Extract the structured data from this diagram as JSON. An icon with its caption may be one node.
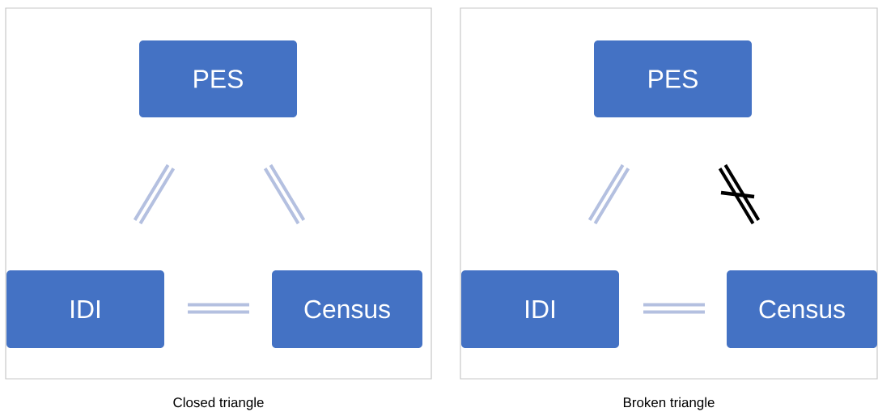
{
  "diagram": {
    "nodes": [
      {
        "text": [
          "Closed triangle"
        ]
      },
      {
        "text": [
          "PES"
        ],
        "in": 0
      },
      {
        "text": [
          "IDI"
        ],
        "in": 0
      },
      {
        "text": [
          "Census"
        ],
        "in": 0
      },
      {
        "text": [
          "Broken triangle"
        ]
      },
      {
        "text": [
          "PES"
        ],
        "in": 4
      },
      {
        "text": [
          "IDI"
        ],
        "in": 4
      },
      {
        "text": [
          "Census"
        ],
        "in": 4
      }
    ]
  }
}
